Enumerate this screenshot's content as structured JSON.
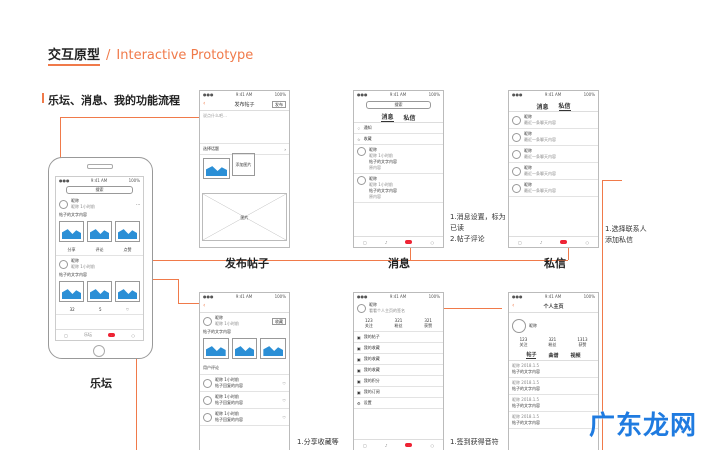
{
  "header": {
    "title_cn": "交互原型",
    "separator": "/",
    "title_en": "Interactive Prototype"
  },
  "section": {
    "title": "乐坛、消息、我的功能流程"
  },
  "status": {
    "time": "9:41 AM",
    "battery": "100%"
  },
  "forum": {
    "caption": "乐坛",
    "search": "搜索",
    "user": "昵称",
    "time": "昵称 1小时前",
    "post_text": "帖子的文字内容",
    "actions": [
      "分享",
      "评论",
      "点赞"
    ],
    "likes": [
      "32",
      "5"
    ],
    "tab_label": "乐坛"
  },
  "compose": {
    "caption": "发布帖子",
    "nav_title": "发布帖子",
    "publish_btn": "发布",
    "placeholder": "说点什么吧…",
    "topic": "选择话题",
    "add_image": "添加图片",
    "big_image": "图片"
  },
  "messages": {
    "caption": "消息",
    "tabs": [
      "消息",
      "私信"
    ],
    "search": "搜索",
    "items": [
      "通知",
      "收藏"
    ],
    "user": "昵称",
    "time": "昵称 1小时前",
    "text": "帖子的文字内容",
    "reply": "原内容",
    "note": [
      "1.消息设置，标为",
      "已读",
      "2.帖子评论"
    ]
  },
  "dm": {
    "caption": "私信",
    "tabs": [
      "消息",
      "私信"
    ],
    "user": "昵称",
    "preview": "最近一条聊天内容",
    "note": [
      "1.选择联系人",
      "添加私信"
    ]
  },
  "detail": {
    "collect": "收藏",
    "user": "昵称",
    "time": "昵称 1小时前",
    "post_text": "帖子的文字内容",
    "comments_label": "用户评论",
    "comment": "帖子回复的内容",
    "note": "1.分享收藏等"
  },
  "mine": {
    "user": "昵称",
    "sign": "看看个人主页的签名",
    "stats": [
      {
        "v": "123",
        "l": "关注"
      },
      {
        "v": "321",
        "l": "粉丝"
      },
      {
        "v": "321",
        "l": "获赞"
      }
    ],
    "menu": [
      "我的帖子",
      "我的收藏",
      "我的收藏",
      "我的收藏",
      "我的积分",
      "我的订阅",
      "设置"
    ],
    "note": "1.签到获得音符"
  },
  "profile": {
    "nav_title": "个人主页",
    "user": "昵称",
    "stats": [
      {
        "v": "123",
        "l": "关注"
      },
      {
        "v": "321",
        "l": "粉丝"
      },
      {
        "v": "1313",
        "l": "获赞"
      }
    ],
    "tabs": [
      "帖子",
      "曲谱",
      "视频"
    ],
    "date": "昵称 2018.1.5",
    "post_text": "帖子的文字内容"
  },
  "watermark": "广东龙网",
  "colors": {
    "accent": "#f07a4a",
    "image_blue": "#2b8fd6",
    "badge_red": "#ee2233",
    "watermark": "#1f7be0"
  }
}
